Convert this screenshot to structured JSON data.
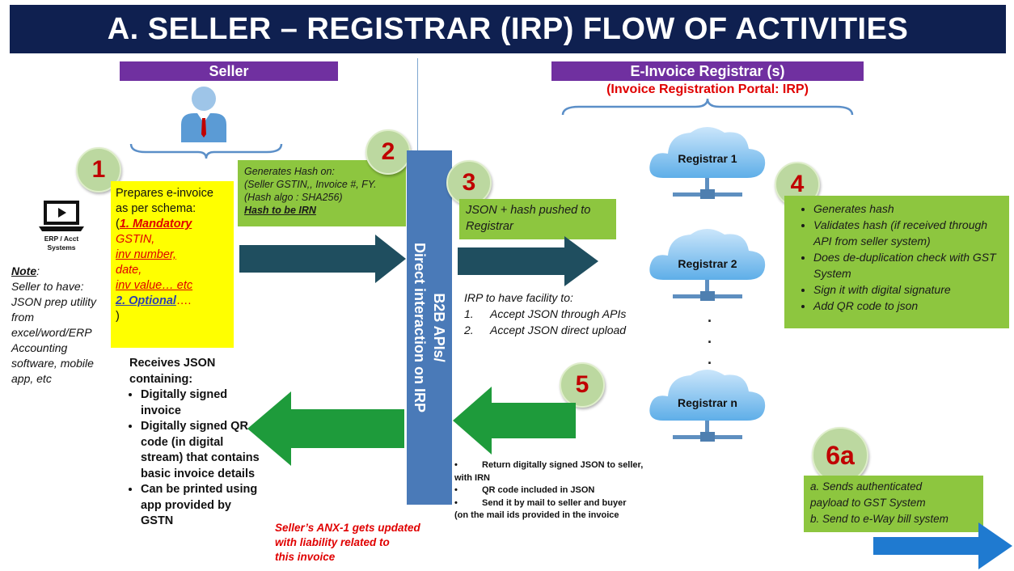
{
  "title": "A. SELLER – REGISTRAR (IRP) FLOW OF ACTIVITIES",
  "seller_header": "Seller",
  "registrar_header": "E-Invoice Registrar (s)",
  "registrar_subheader": "(Invoice Registration Portal: IRP)",
  "erp_label_1": "ERP / Acct",
  "erp_label_2": "Systems",
  "note": {
    "heading": "Note",
    "colon": ":",
    "lines": [
      "Seller to have:",
      "JSON prep utility",
      "from",
      "excel/word/ERP",
      "Accounting",
      "software, mobile",
      "app, etc"
    ]
  },
  "step1": {
    "num": "1",
    "intro_1": "Prepares e-invoice",
    "intro_2": "as per schema:",
    "paren_open": "(",
    "mandatory": "1. Mandatory",
    "gstin": "GSTIN,",
    "inv_number": "inv number,",
    "date": "date,",
    "inv_value": "inv value… etc",
    "optional": "2. Optional",
    "optional_dots": "….",
    "paren_close": ")"
  },
  "step2": {
    "num": "2",
    "line1": "Generates Hash on:",
    "line2": "(Seller GSTIN,, Invoice #, FY.",
    "line3": "(Hash algo : SHA256)",
    "line4": "Hash to be IRN"
  },
  "center_bar": {
    "line1": "B2B APIs/",
    "line2": "Direct interaction on IRP"
  },
  "step3": {
    "num": "3",
    "line1": "JSON + hash pushed to",
    "line2": "Registrar"
  },
  "irp_facility": {
    "heading": "IRP to have facility to:",
    "items": [
      {
        "n": "1.",
        "text": "Accept JSON through APIs"
      },
      {
        "n": "2.",
        "text": "Accept JSON direct upload"
      }
    ]
  },
  "registrars": [
    "Registrar 1",
    "Registrar 2",
    "Registrar n"
  ],
  "dots": [
    "·",
    "·",
    "·"
  ],
  "step4": {
    "num": "4",
    "items": [
      "Generates hash",
      "Validates hash (if received through API from seller system)",
      "Does de-duplication check with GST System",
      "Sign it with digital signature",
      "Add QR code to json"
    ]
  },
  "step5": {
    "num": "5",
    "items": [
      {
        "bullet": "•",
        "text": "Return digitally signed JSON to seller,"
      },
      {
        "bullet": "",
        "text": "with IRN"
      },
      {
        "bullet": "•",
        "text": "QR code included in JSON"
      },
      {
        "bullet": "•",
        "text": "Send it by mail to seller and buyer"
      },
      {
        "bullet": "",
        "text": "(on the mail ids provided in the invoice"
      }
    ]
  },
  "receives": {
    "heading_1": "Receives JSON",
    "heading_2": "containing:",
    "items": [
      "Digitally signed invoice",
      "Digitally signed QR code (in digital stream) that contains basic invoice details",
      "Can be printed using app provided by GSTN"
    ]
  },
  "anx1_note": {
    "line1": "Seller’s ANX-1 gets updated",
    "line2": "with liability related to",
    "line3": "this invoice"
  },
  "step6a": {
    "num": "6a",
    "line1": "a. Sends authenticated",
    "line2": "payload to GST System",
    "line3": "b. Send to e-Way bill system"
  },
  "colors": {
    "title_bg": "#0f2050",
    "purple": "#7030a0",
    "green": "#8dc63f",
    "yellow": "#ffff00",
    "teal_arrow": "#1f4e5f",
    "green_arrow": "#1e9b3b",
    "blue_bar": "#4a7ab8",
    "blue_arrow": "#1f7ad0",
    "red": "#e00000"
  }
}
